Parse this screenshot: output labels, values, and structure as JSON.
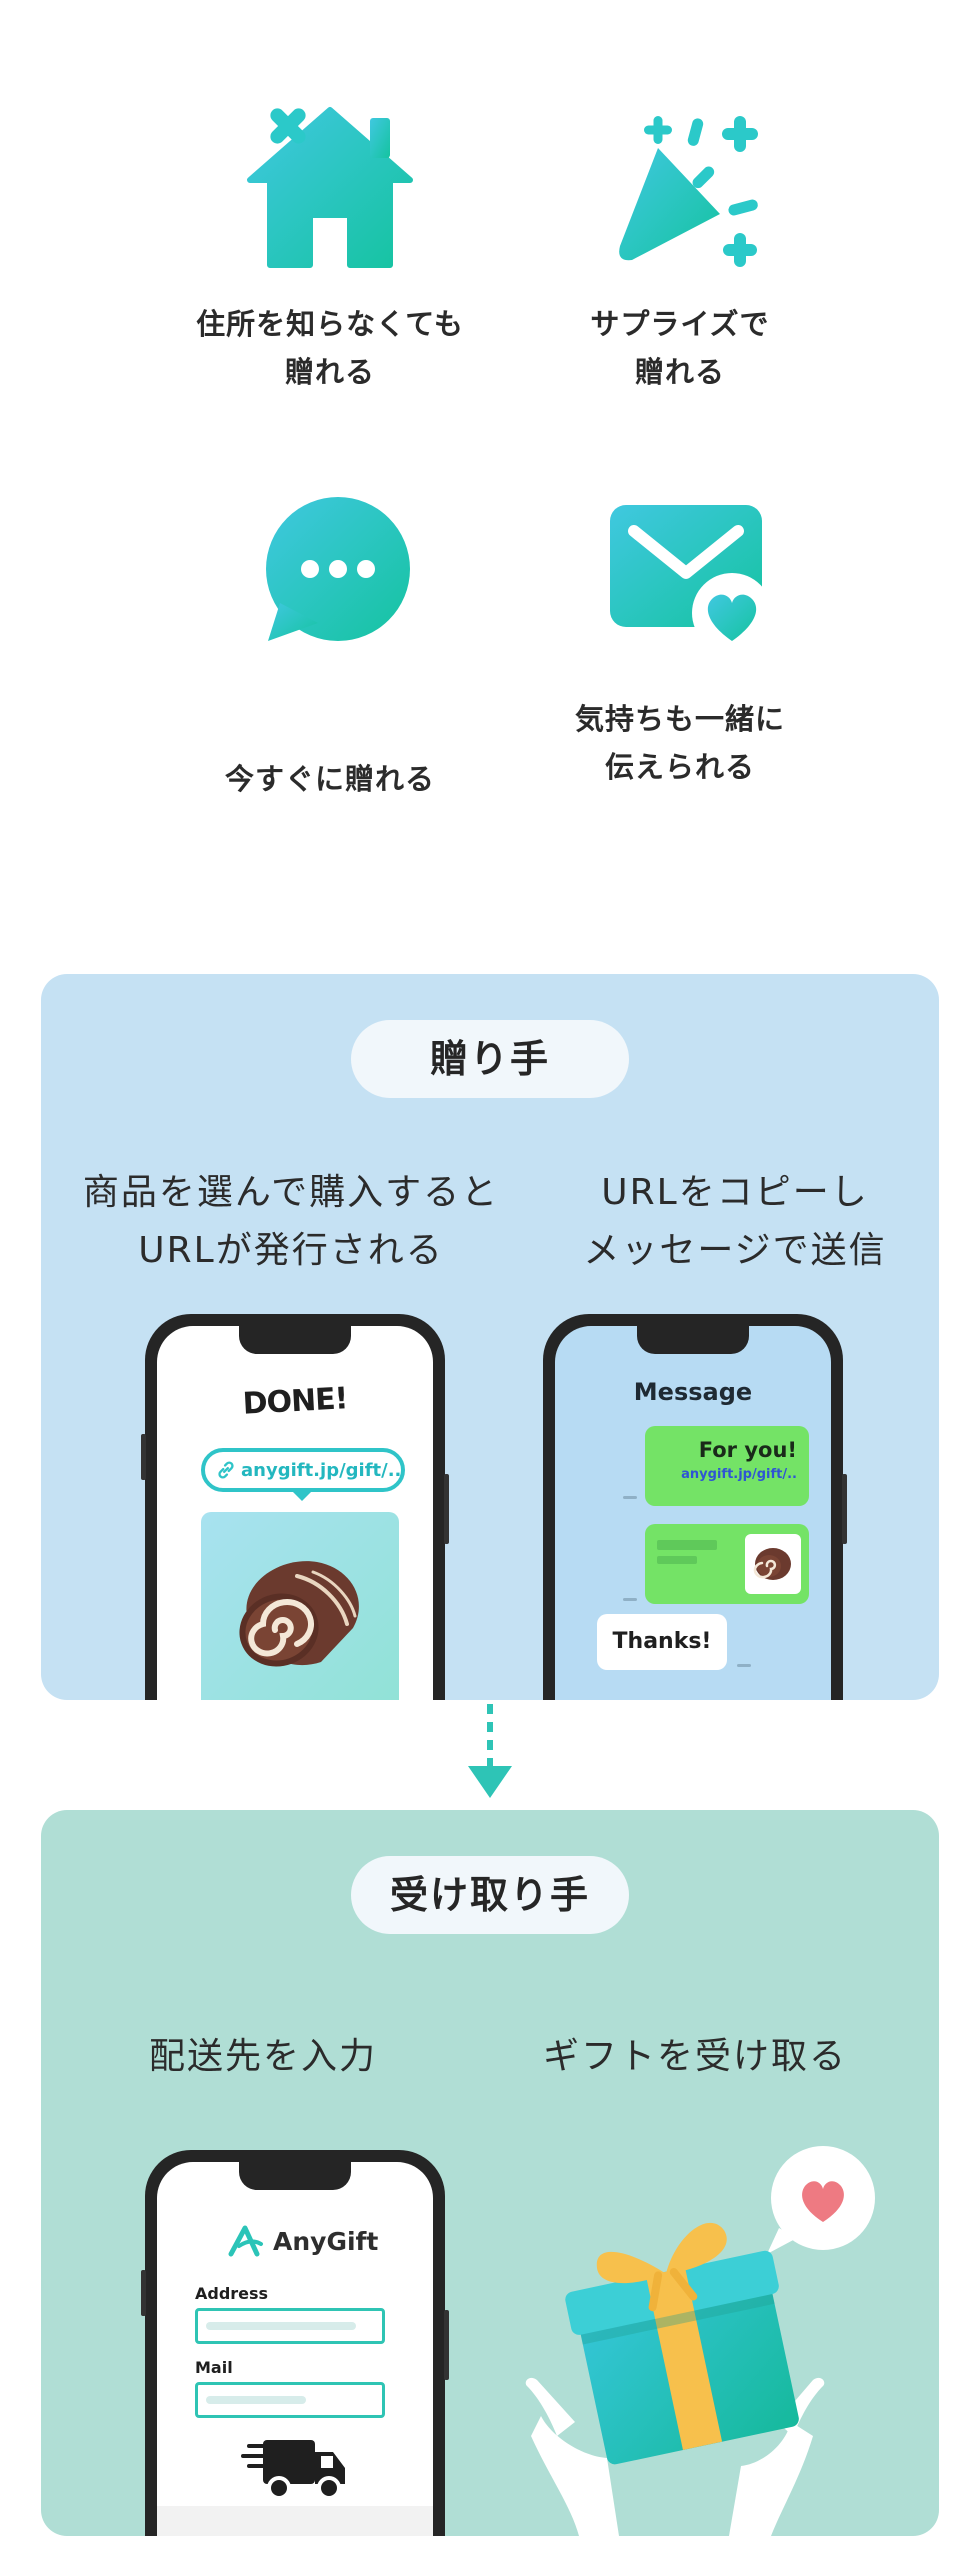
{
  "features": [
    {
      "icon": "house-icon",
      "lines": [
        "住所を知らなくても",
        "贈れる"
      ]
    },
    {
      "icon": "party-popper-icon",
      "lines": [
        "サプライズで",
        "贈れる"
      ]
    },
    {
      "icon": "chat-bubble-icon",
      "lines": [
        "今すぐに贈れる"
      ]
    },
    {
      "icon": "heart-envelope-icon",
      "lines": [
        "気持ちも一緒に",
        "伝えられる"
      ]
    }
  ],
  "sender": {
    "title": "贈り手",
    "step1": [
      "商品を選んで購入すると",
      "URLが発行される"
    ],
    "step2": [
      "URLをコピーし",
      "メッセージで送信"
    ],
    "phone1": {
      "done": "DONE!",
      "url": "anygift.jp/gift/.."
    },
    "phone2": {
      "header": "Message",
      "bubble_title": "For you!",
      "bubble_url": "anygift.jp/gift/..",
      "reply": "Thanks!"
    }
  },
  "receiver": {
    "title": "受け取り手",
    "step1": "配送先を入力",
    "step2": "ギフトを受け取る",
    "phone": {
      "brand": "AnyGift",
      "address_label": "Address",
      "mail_label": "Mail"
    }
  },
  "colors": {
    "teal_start": "#3fc7dc",
    "teal_end": "#17c2a3",
    "panel_blue": "#c5e1f3",
    "panel_green": "#b0ded5",
    "message_green": "#74e366",
    "link_blue": "#2f55d4"
  }
}
